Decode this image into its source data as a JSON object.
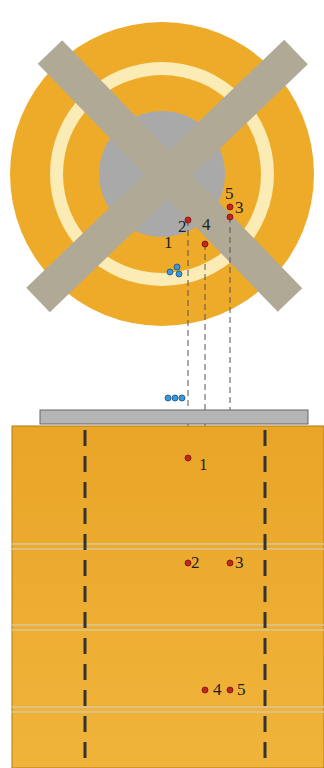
{
  "diagram": {
    "labels": [
      "5",
      "3",
      "2",
      "4",
      "1",
      "1",
      "2",
      "3",
      "4",
      "5"
    ]
  }
}
